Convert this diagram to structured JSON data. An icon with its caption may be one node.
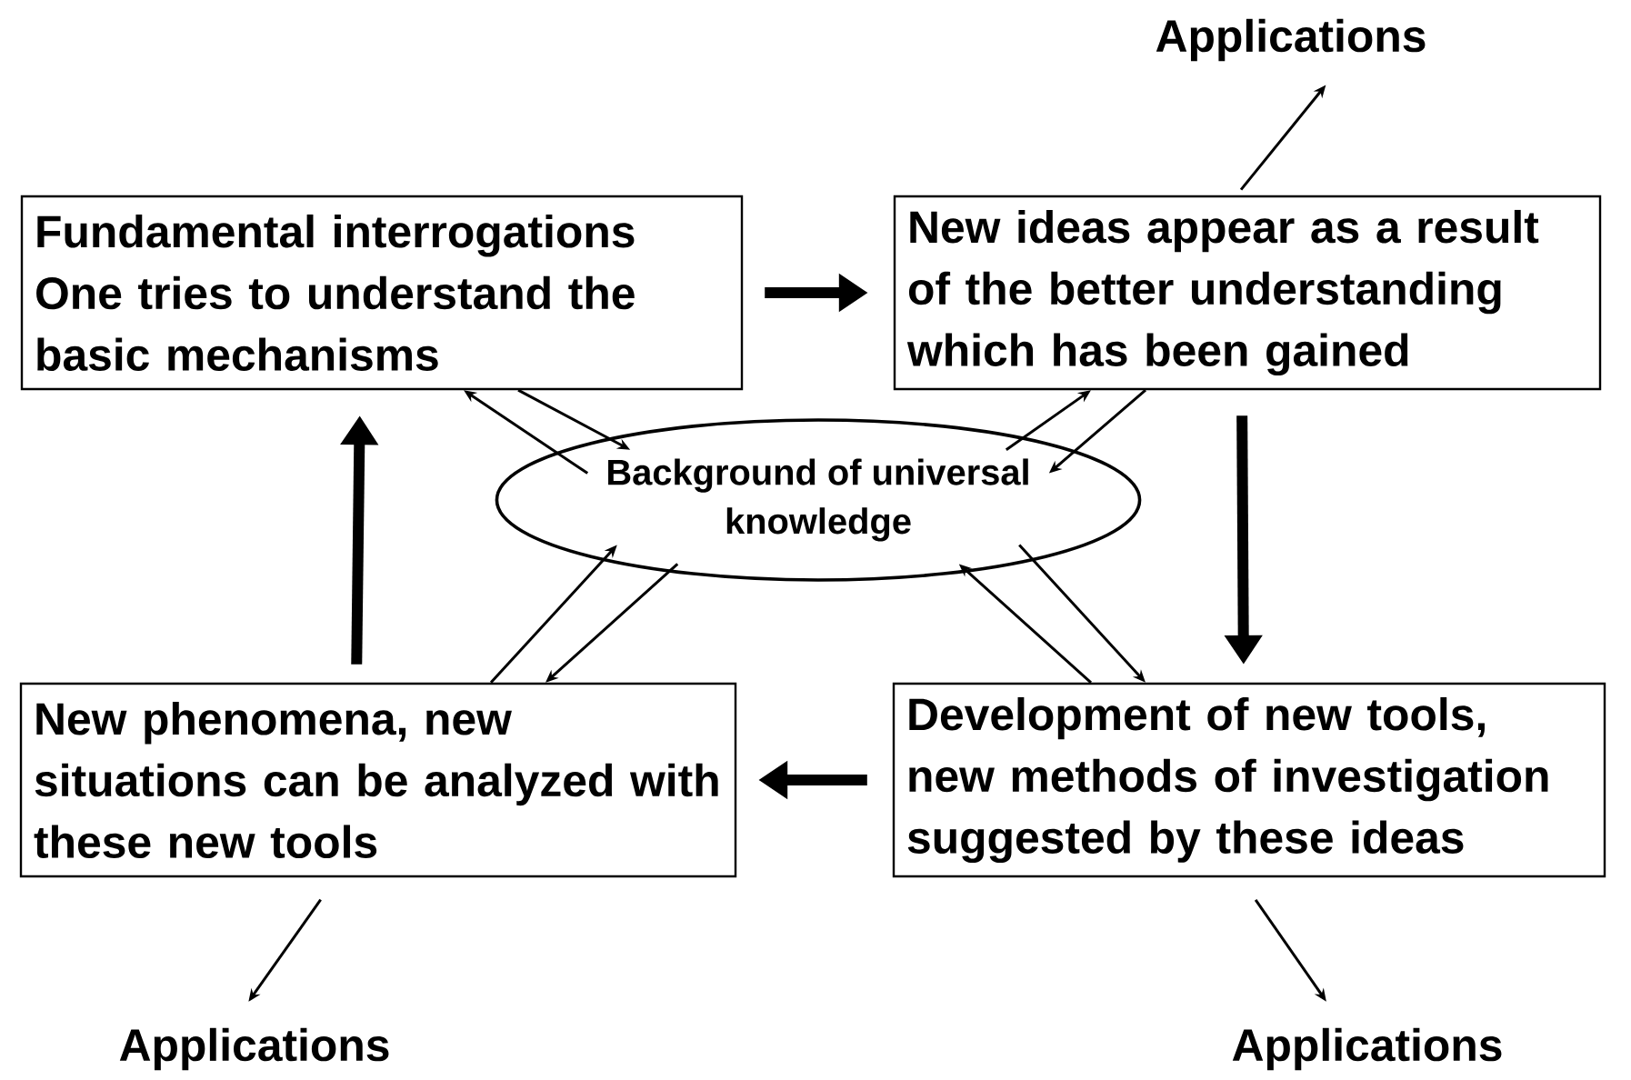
{
  "diagram": {
    "nodes": [
      {
        "text": [
          "Applications"
        ]
      },
      {
        "text": [
          "Fundamental interrogations",
          "One tries to understand the basic mechanisms"
        ]
      },
      {
        "text": [
          "New ideas appear as a result of the better understanding which has been gained"
        ]
      },
      {
        "text": [
          "Background of universal knowledge"
        ]
      },
      {
        "text": [
          "New phenomena, new situations can be analyzed with these new tools"
        ]
      },
      {
        "text": [
          "Development of new tools, new methods of investigation suggested by these ideas"
        ]
      },
      {
        "text": [
          "Applications"
        ]
      },
      {
        "text": [
          "Applications"
        ]
      }
    ],
    "edges": [
      {
        "from": 1,
        "to": 2,
        "arrow": "to",
        "style": "thick"
      },
      {
        "from": 2,
        "to": 5,
        "arrow": "to",
        "style": "thick"
      },
      {
        "from": 5,
        "to": 4,
        "arrow": "to",
        "style": "thick"
      },
      {
        "from": 4,
        "to": 1,
        "arrow": "to",
        "style": "thick"
      },
      {
        "from": 1,
        "to": 3,
        "arrow": "to"
      },
      {
        "from": 3,
        "to": 1,
        "arrow": "to"
      },
      {
        "from": 3,
        "to": 2,
        "arrow": "to"
      },
      {
        "from": 2,
        "to": 3,
        "arrow": "to"
      },
      {
        "from": 3,
        "to": 4,
        "arrow": "to"
      },
      {
        "from": 4,
        "to": 3,
        "arrow": "to"
      },
      {
        "from": 3,
        "to": 5,
        "arrow": "to"
      },
      {
        "from": 5,
        "to": 3,
        "arrow": "to"
      },
      {
        "from": 2,
        "to": 0,
        "arrow": "to"
      },
      {
        "from": 4,
        "to": 6,
        "arrow": "to"
      },
      {
        "from": 5,
        "to": 7,
        "arrow": "to"
      }
    ]
  }
}
